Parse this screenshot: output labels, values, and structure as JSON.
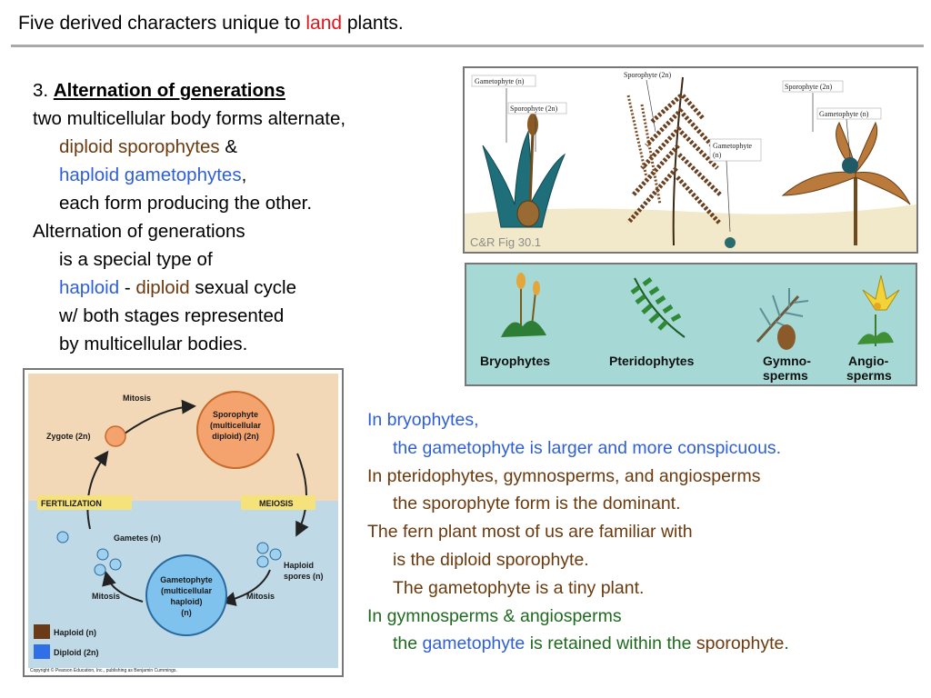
{
  "slide": {
    "title": {
      "before": "Five derived characters unique to ",
      "highlight": "land",
      "after": " plants."
    },
    "point": {
      "number": "3.",
      "heading": "Alternation of generations",
      "line1": "two multicellular body forms alternate,",
      "diploid_term": "diploid sporophytes",
      "amp": " &",
      "haploid_term": "haploid gametophytes",
      "comma": ",",
      "line4": "each form producing the other.",
      "line5": "Alternation of generations",
      "line6": "is a special type of",
      "haploid_word": "haploid",
      "dash": " - ",
      "diploid_word": "diploid",
      "cycle_tail": " sexual cycle",
      "line8": "w/ both stages represented",
      "line9": "by multicellular bodies."
    },
    "notes": {
      "n1": "In bryophytes,",
      "n2": "the gametophyte is larger and more conspicuous.",
      "n3": "In pteridophytes, gymnosperms, and angiosperms",
      "n4": "the sporophyte form is the dominant.",
      "n5": "The fern plant most of us are familiar with",
      "n6": "is the diploid sporophyte.",
      "n7": "The gametophyte is a tiny plant.",
      "n8": "In gymnosperms & angiosperms",
      "n9_the": "the ",
      "n9_gametophyte": "gametophyte",
      "n9_mid": " is retained within the ",
      "n9_sporophyte": "sporophyte",
      "n9_end": "."
    }
  },
  "figure_top": {
    "labels": {
      "gametophyte_n": "Gametophyte (n)",
      "sporophyte_2n_a": "Sporophyte (2n)",
      "sporophyte_2n_b": "Sporophyte (2n)",
      "gametophyte_mid": "Gametophyte",
      "gametophyte_mid_n": "(n)",
      "sporophyte_2n_c": "Sporophyte (2n)",
      "gametophyte_right": "Gametophyte (n)"
    },
    "credit": "C&R Fig 30.1"
  },
  "figure_groups": {
    "labels": {
      "bryophytes": "Bryophytes",
      "pteridophytes": "Pteridophytes",
      "gymno_1": "Gymno-",
      "gymno_2": "sperms",
      "angio_1": "Angio-",
      "angio_2": "sperms"
    }
  },
  "figure_cycle": {
    "labels": {
      "mitosis_top": "Mitosis",
      "zygote": "Zygote (2n)",
      "sporophyte_1": "Sporophyte",
      "sporophyte_2": "(multicellular",
      "sporophyte_3": "diploid) (2n)",
      "fertilization": "FERTILIZATION",
      "meiosis": "MEIOSIS",
      "gametes": "Gametes (n)",
      "haploid_spores_1": "Haploid",
      "haploid_spores_2": "spores (n)",
      "mitosis_left": "Mitosis",
      "mitosis_right": "Mitosis",
      "gametophyte_1": "Gametophyte",
      "gametophyte_2": "(multicellular",
      "gametophyte_3": "haploid)",
      "gametophyte_4": "(n)",
      "legend_haploid": "Haploid (n)",
      "legend_diploid": "Diploid (2n)",
      "copyright": "Copyright © Pearson Education, Inc., publishing as Benjamin Cummings."
    },
    "colors": {
      "haploid": "#6b3a16",
      "diploid": "#2f6fe8",
      "diploid_region": "#f3d8b7",
      "haploid_region": "#bfd9e6",
      "banner": "#f6e27a"
    }
  }
}
